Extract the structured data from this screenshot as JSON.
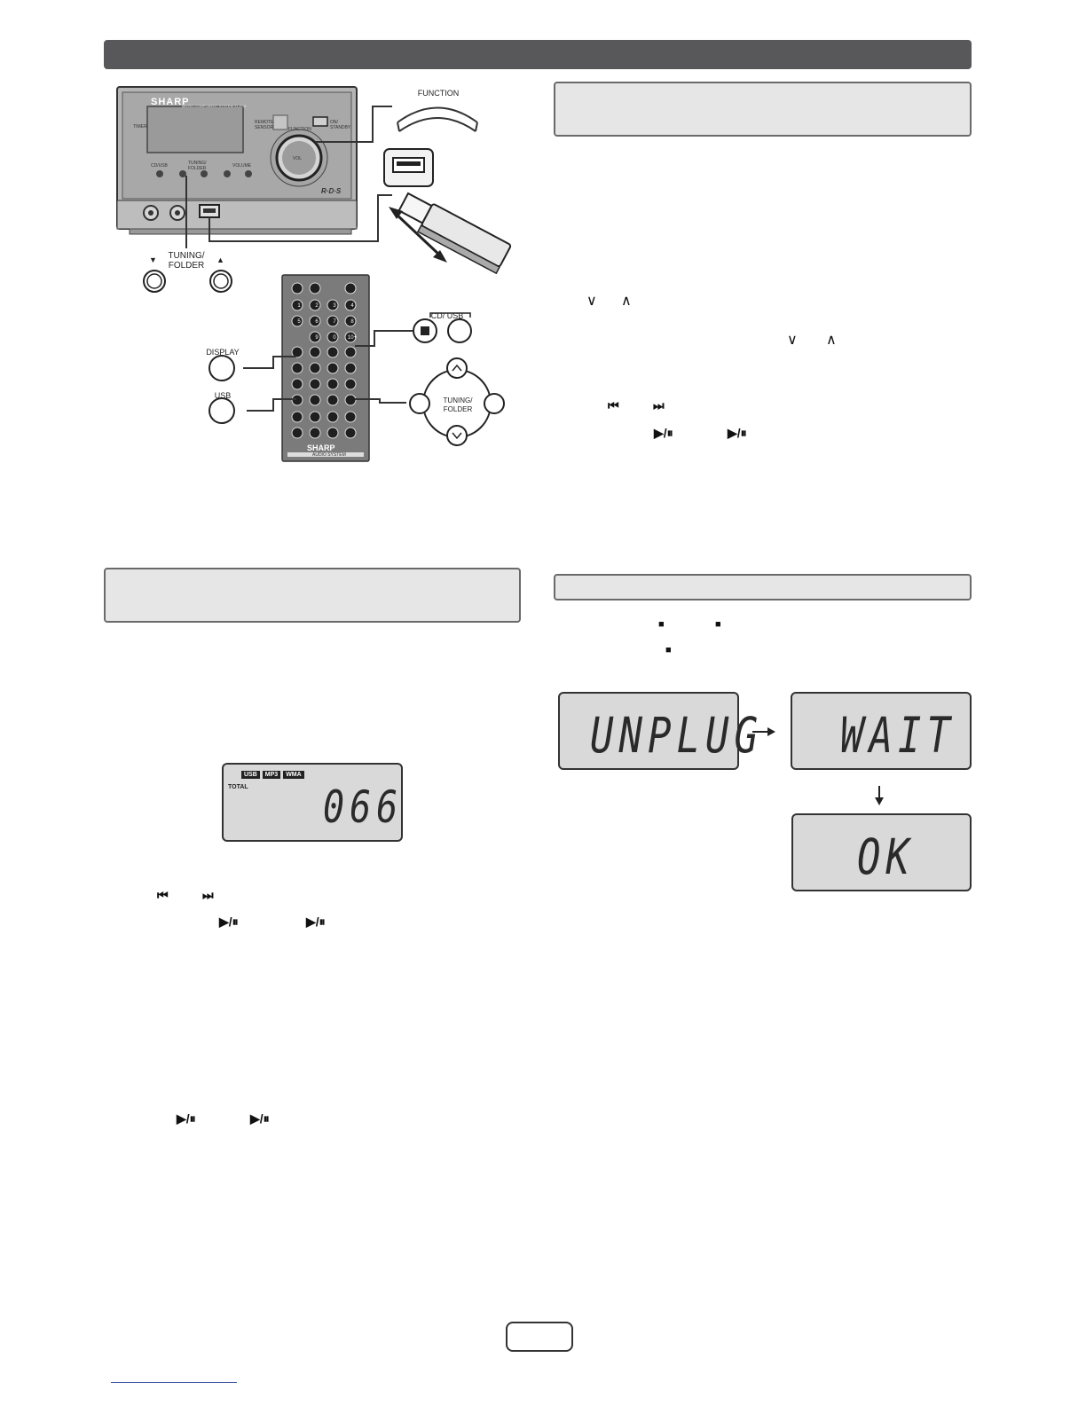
{
  "unit_panel": {
    "brand": "SHARP",
    "model_line": "MICRO COMPONENT SYSTEM XL-E15",
    "small_labels": [
      "TIMER",
      "REMOTE SENSOR",
      "ON/ STANDBY",
      "FUNCTION",
      "CD/USB",
      "TUNING/ FOLDER",
      "VOLUME",
      "VOL"
    ],
    "rds_logo": "R·D·S"
  },
  "callouts": {
    "function": "FUNCTION",
    "tuning_folder": "TUNING/\nFOLDER",
    "display": "DISPLAY",
    "usb": "USB",
    "cd_usb": "CD/ USB",
    "dpad_center": "TUNING/\nFOLDER",
    "arrow_down_glyph": "▼",
    "arrow_up_glyph": "▲"
  },
  "remote": {
    "brand": "SHARP",
    "model_line": "AUDIO SYSTEM",
    "keys": [
      "1",
      "2",
      "3",
      "4",
      "5",
      "6",
      "7",
      "8",
      "9",
      "0",
      "10+"
    ]
  },
  "symbols": {
    "down_caret": "∨",
    "up_caret": "∧",
    "prev": "⏮",
    "next": "⏭",
    "play_pause": "▶/⏸",
    "stop": "■"
  },
  "usb_display": {
    "badges": [
      "USB",
      "MP3",
      "WMA"
    ],
    "total_label": "TOTAL",
    "digits": "066"
  },
  "unplug_sequence": {
    "step1": "UNPLUG",
    "step2": "WAIT",
    "step3": "OK"
  }
}
